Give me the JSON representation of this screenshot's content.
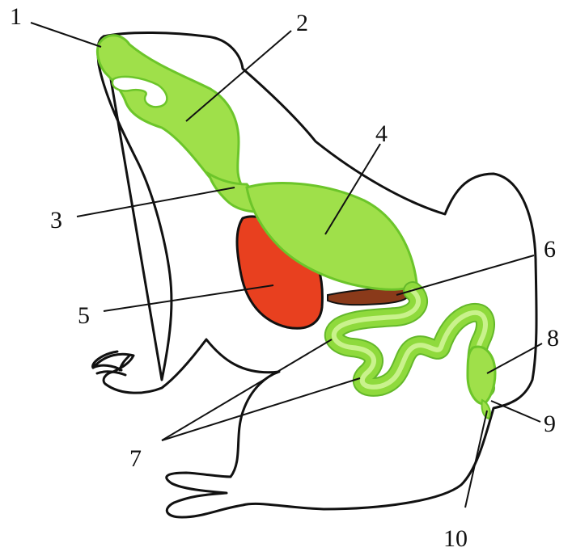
{
  "labels": [
    "1",
    "2",
    "3",
    "4",
    "5",
    "6",
    "7",
    "8",
    "9",
    "10"
  ],
  "colors": {
    "digestive_tract": "#9fe04a",
    "liver": "#e8401f",
    "gall_bladder": "#8a3a1a",
    "outline": "#111111"
  }
}
